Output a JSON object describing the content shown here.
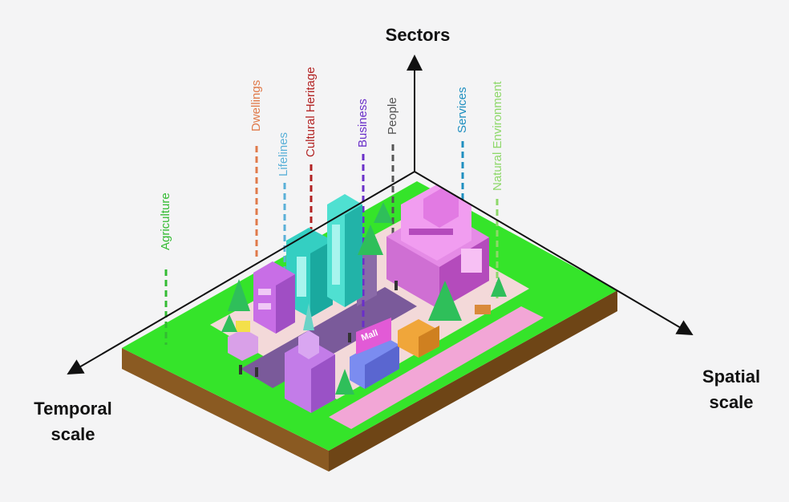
{
  "axes": {
    "vertical": "Sectors",
    "left_line1": "Temporal",
    "left_line2": "scale",
    "right_line1": "Spatial",
    "right_line2": "scale"
  },
  "sectors": [
    {
      "label": "Agriculture",
      "color": "#33bb33"
    },
    {
      "label": "Dwellings",
      "color": "#e07a4a"
    },
    {
      "label": "Lifelines",
      "color": "#5ab0d8"
    },
    {
      "label": "Cultural Heritage",
      "color": "#b22222"
    },
    {
      "label": "Business",
      "color": "#6a2fc9"
    },
    {
      "label": "People",
      "color": "#555555"
    },
    {
      "label": "Services",
      "color": "#1f8fc0"
    },
    {
      "label": "Natural Environment",
      "color": "#8ed86a"
    }
  ],
  "city": {
    "shop_sign": "Mall"
  }
}
